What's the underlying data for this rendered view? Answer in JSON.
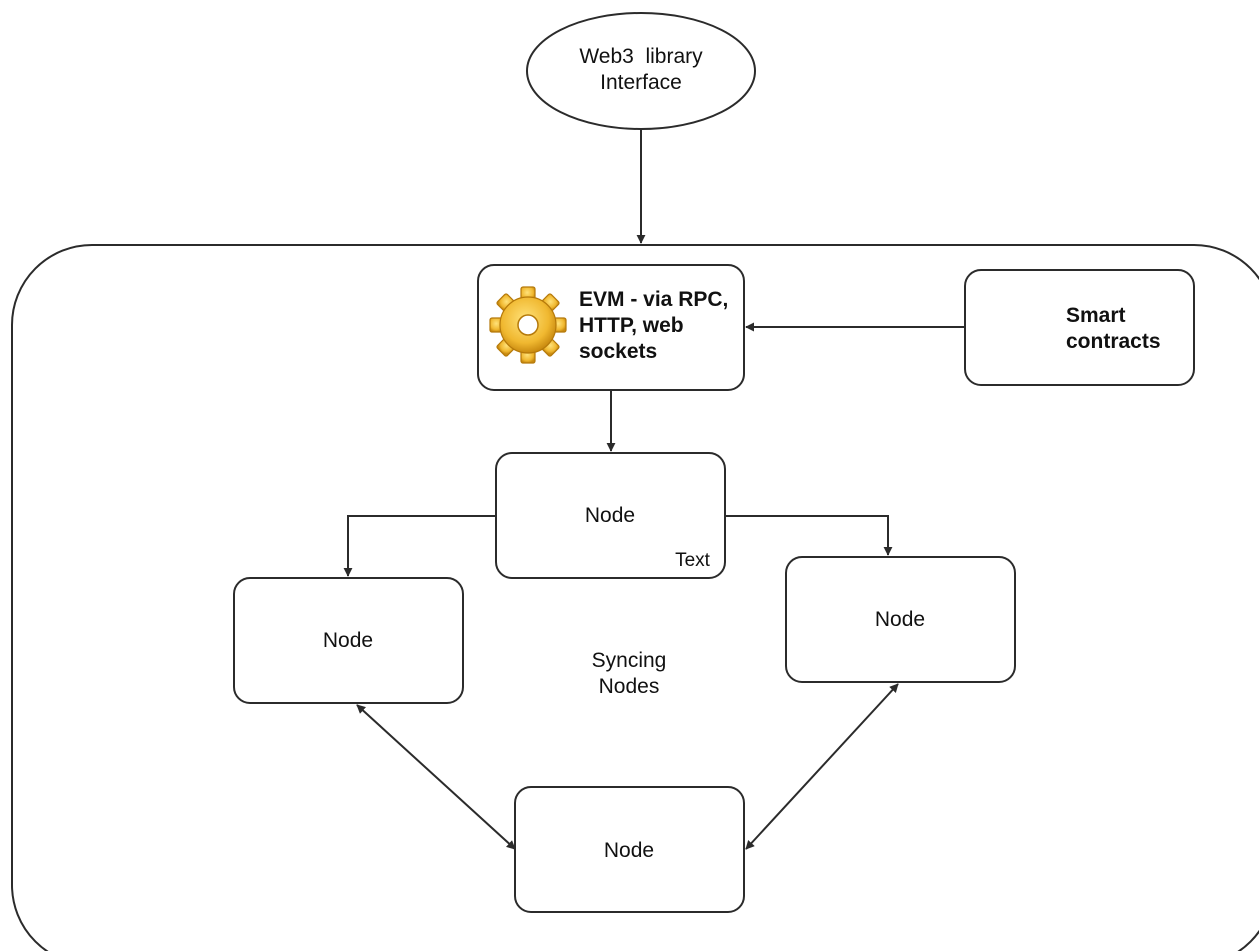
{
  "web3": {
    "line1": "Web3  library",
    "line2": "Interface"
  },
  "evm": {
    "line1": "EVM - via RPC,",
    "line2": "HTTP, web",
    "line3": "sockets",
    "icon": "gear-icon"
  },
  "smart_contracts": {
    "line1": "Smart",
    "line2": "contracts"
  },
  "nodes": {
    "top": "Node",
    "left": "Node",
    "right": "Node",
    "bottom": "Node"
  },
  "top_node_text": "Text",
  "syncing": {
    "line1": "Syncing",
    "line2": "Nodes"
  },
  "colors": {
    "stroke": "#2b2b2b",
    "gear": "#f0b830",
    "gear_dark": "#c98a10"
  }
}
